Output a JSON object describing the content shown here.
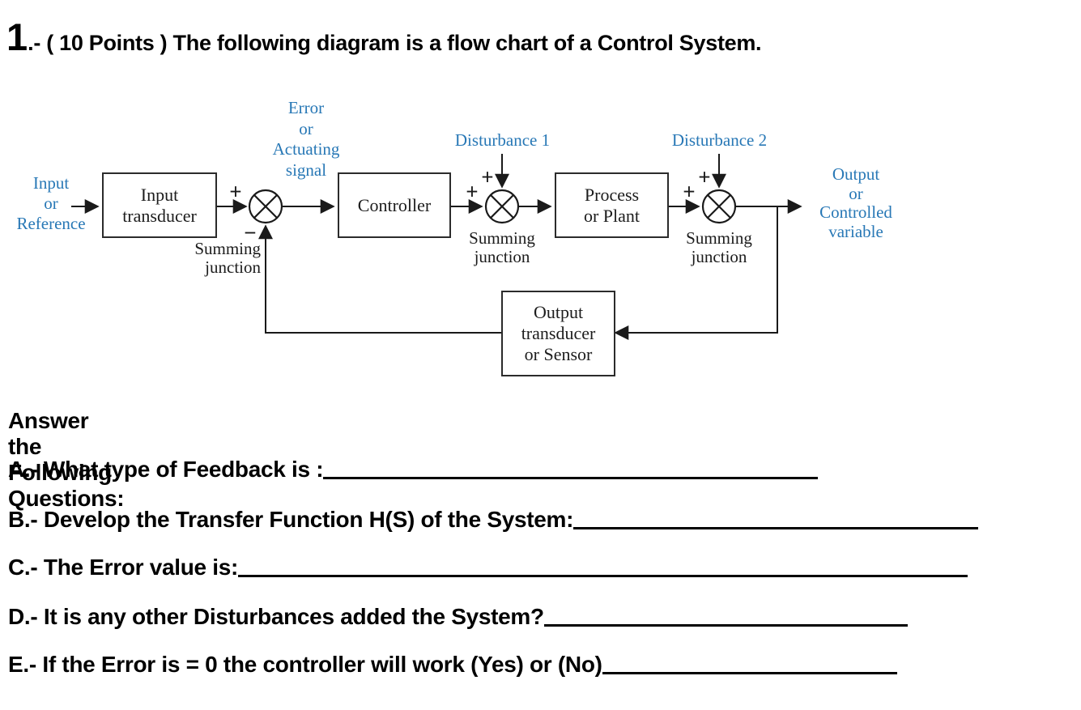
{
  "title": {
    "number": "1",
    "rest": ".- ( 10 Points ) The following diagram is a flow chart of a Control System."
  },
  "colors": {
    "label_blue": "#2878b6",
    "line_black": "#1a1a1a"
  },
  "diagram": {
    "input_label": [
      "Input",
      "or",
      "Reference"
    ],
    "error_label": [
      "Error",
      "or",
      "Actuating",
      "signal"
    ],
    "disturbance1": "Disturbance 1",
    "disturbance2": "Disturbance 2",
    "output_label": [
      "Output",
      "or",
      "Controlled",
      "variable"
    ],
    "blocks": {
      "input_transducer": [
        "Input",
        "transducer"
      ],
      "controller": "Controller",
      "process": [
        "Process",
        "or Plant"
      ],
      "output_transducer": [
        "Output",
        "transducer",
        "or Sensor"
      ]
    },
    "summing_junction_label": [
      "Summing",
      "junction"
    ],
    "signs": {
      "plus": "+",
      "minus": "−"
    }
  },
  "questions": {
    "heading": "Answer the Following Questions:",
    "items": [
      {
        "id": "A",
        "label": "A.- What type of Feedback is :"
      },
      {
        "id": "B",
        "label": "B.- Develop the Transfer Function H(S) of the System:"
      },
      {
        "id": "C",
        "label": "C.- The Error value is:"
      },
      {
        "id": "D",
        "label": "D.- It is any other Disturbances added the System?"
      },
      {
        "id": "E",
        "label": "E.- If the Error is = 0 the controller will work (Yes) or (No)"
      }
    ]
  }
}
